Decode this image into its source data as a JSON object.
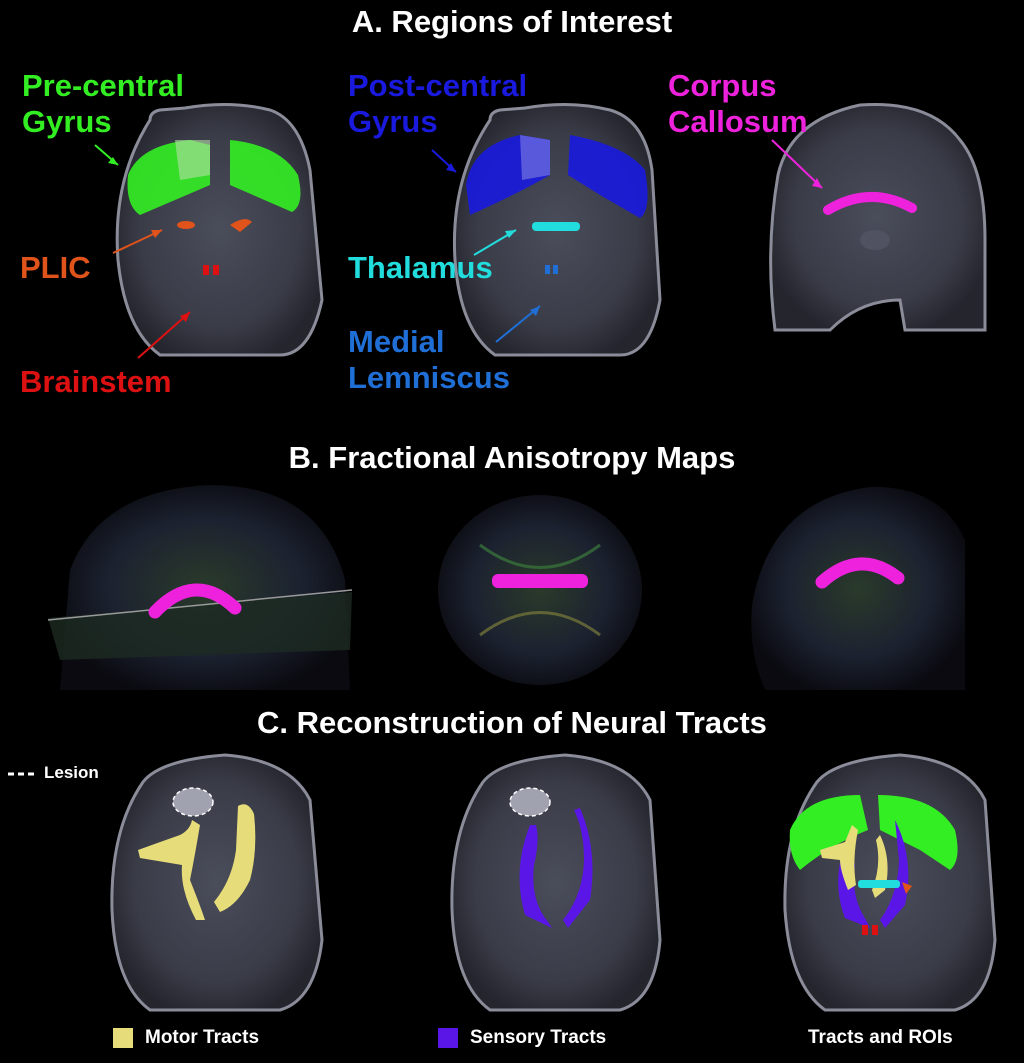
{
  "sections": {
    "a_title": "A. Regions of Interest",
    "b_title": "B. Fractional Anisotropy Maps",
    "c_title": "C. Reconstruction of Neural Tracts"
  },
  "labels": {
    "precentral_1": "Pre-central",
    "precentral_2": "Gyrus",
    "postcentral_1": "Post-central",
    "postcentral_2": "Gyrus",
    "corpus_1": "Corpus",
    "corpus_2": "Callosum",
    "plic": "PLIC",
    "thalamus": "Thalamus",
    "brainstem": "Brainstem",
    "medial_1": "Medial",
    "medial_2": "Lemniscus"
  },
  "lesion_legend": "Lesion",
  "legend": {
    "motor": "Motor Tracts",
    "sensory": "Sensory Tracts",
    "tracts_rois": "Tracts and ROIs"
  },
  "colors": {
    "precentral": "#33ee22",
    "postcentral": "#1a1adf",
    "corpus": "#ee22dd",
    "plic": "#e0531a",
    "thalamus": "#22dddd",
    "brainstem": "#dd1111",
    "medial": "#1f6fd6",
    "motor": "#e6dc7a",
    "sensory": "#5a16e6"
  }
}
